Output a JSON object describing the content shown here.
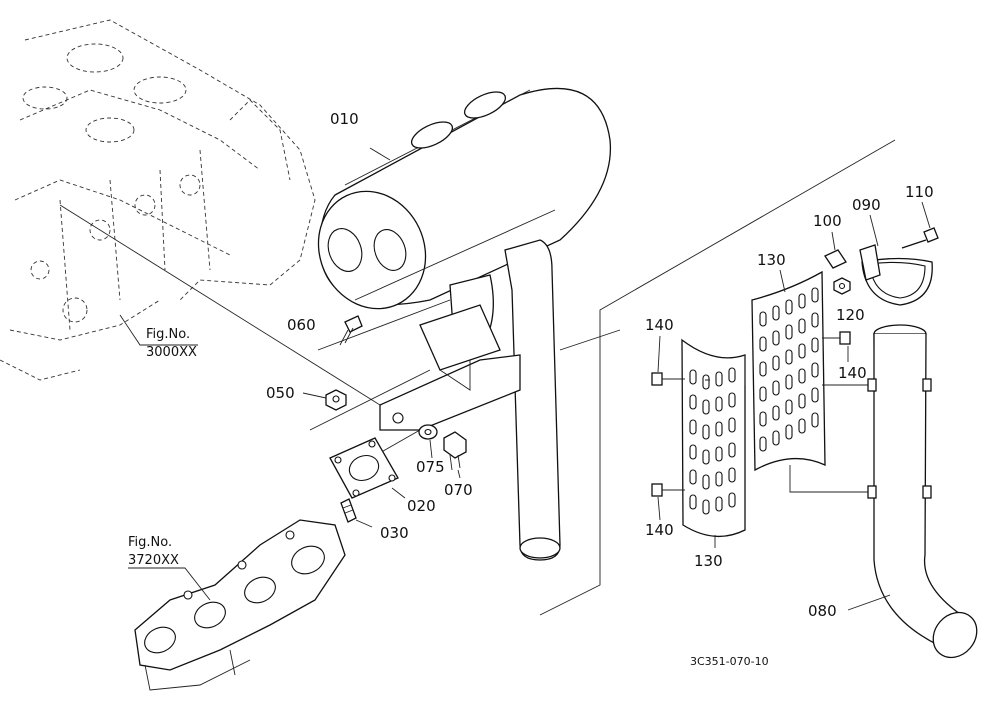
{
  "labels": {
    "p010": "010",
    "p020": "020",
    "p030": "030",
    "p050": "050",
    "p060": "060",
    "p070": "070",
    "p075": "075",
    "p080": "080",
    "p090": "090",
    "p100": "100",
    "p110": "110",
    "p120": "120",
    "p130a": "130",
    "p130b": "130",
    "p140a": "140",
    "p140b": "140",
    "p140c": "140"
  },
  "fig_refs": {
    "engine_block": {
      "title": "Fig.No.",
      "number": "3000XX"
    },
    "manifold": {
      "title": "Fig.No.",
      "number": "3720XX"
    }
  },
  "drawing_code": "3C351-070-10"
}
